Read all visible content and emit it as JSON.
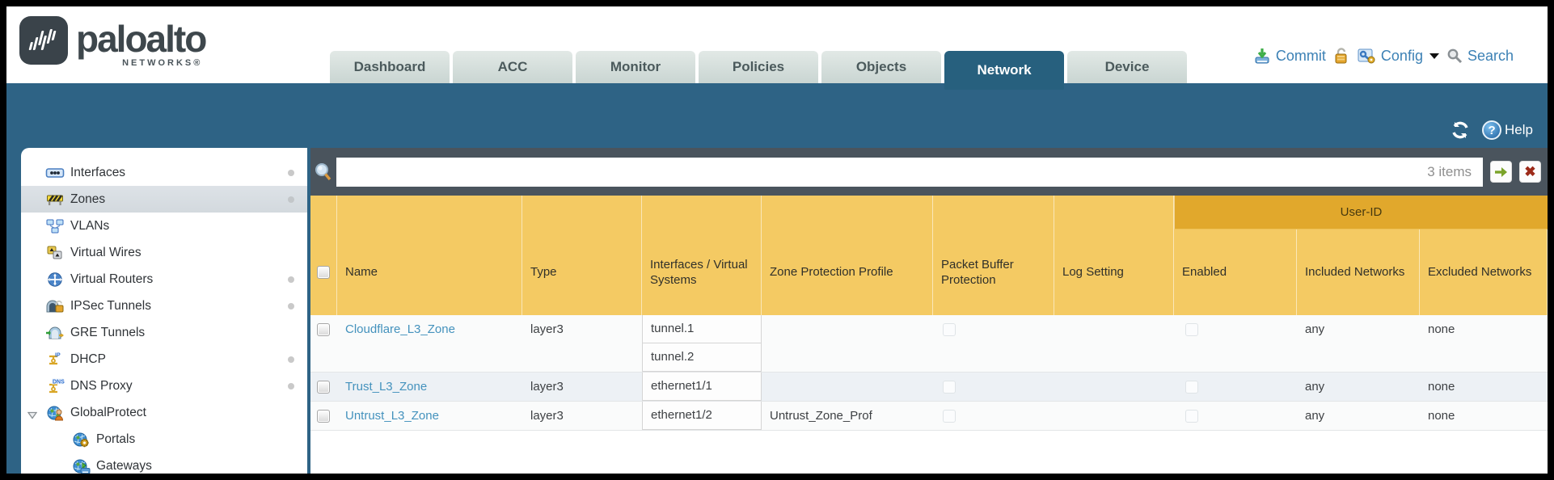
{
  "colors": {
    "teal_band": "#2e6385",
    "active_tab": "#27607e",
    "filter_bar": "#4a545d",
    "table_header": "#f4ca63",
    "user_id_band": "#e1a82c",
    "link_blue": "#4492bd",
    "utility_blue": "#3c81b5",
    "logo_slate": "#3a434a"
  },
  "header": {
    "brand": {
      "name": "paloalto",
      "subtitle": "NETWORKS®"
    },
    "tabs": [
      {
        "label": "Dashboard",
        "active": false
      },
      {
        "label": "ACC",
        "active": false
      },
      {
        "label": "Monitor",
        "active": false
      },
      {
        "label": "Policies",
        "active": false
      },
      {
        "label": "Objects",
        "active": false
      },
      {
        "label": "Network",
        "active": true
      },
      {
        "label": "Device",
        "active": false
      }
    ],
    "utilities": {
      "commit": "Commit",
      "config": "Config",
      "search": "Search"
    }
  },
  "statusbar": {
    "help": "Help"
  },
  "sidebar": {
    "items": [
      {
        "label": "Interfaces",
        "icon": "interfaces-icon",
        "dot": true
      },
      {
        "label": "Zones",
        "icon": "zones-icon",
        "dot": true,
        "selected": true
      },
      {
        "label": "VLANs",
        "icon": "vlans-icon"
      },
      {
        "label": "Virtual Wires",
        "icon": "virtual-wires-icon"
      },
      {
        "label": "Virtual Routers",
        "icon": "virtual-routers-icon",
        "dot": true
      },
      {
        "label": "IPSec Tunnels",
        "icon": "ipsec-tunnels-icon",
        "dot": true
      },
      {
        "label": "GRE Tunnels",
        "icon": "gre-tunnels-icon"
      },
      {
        "label": "DHCP",
        "icon": "dhcp-icon",
        "dot": true
      },
      {
        "label": "DNS Proxy",
        "icon": "dns-proxy-icon",
        "dot": true
      },
      {
        "label": "GlobalProtect",
        "icon": "globalprotect-icon",
        "expanded": true
      },
      {
        "label": "Portals",
        "icon": "portals-icon",
        "child": true
      },
      {
        "label": "Gateways",
        "icon": "gateways-icon",
        "child": true
      }
    ]
  },
  "filter": {
    "value": "",
    "count": "3 items"
  },
  "table": {
    "group_header": "User-ID",
    "columns": [
      {
        "id": "select",
        "label": ""
      },
      {
        "id": "name",
        "label": "Name"
      },
      {
        "id": "type",
        "label": "Type"
      },
      {
        "id": "interfaces",
        "label": "Interfaces / Virtual Systems"
      },
      {
        "id": "zone_protection_profile",
        "label": "Zone Protection Profile"
      },
      {
        "id": "packet_buffer_protection",
        "label": "Packet Buffer Protection"
      },
      {
        "id": "log_setting",
        "label": "Log Setting"
      },
      {
        "id": "enabled",
        "label": "Enabled"
      },
      {
        "id": "included_networks",
        "label": "Included Networks"
      },
      {
        "id": "excluded_networks",
        "label": "Excluded Networks"
      }
    ],
    "rows": [
      {
        "name": "Cloudflare_L3_Zone",
        "type": "layer3",
        "interfaces": [
          "tunnel.1",
          "tunnel.2"
        ],
        "zone_protection_profile": "",
        "log_setting": "",
        "included_networks": "any",
        "excluded_networks": "none"
      },
      {
        "name": "Trust_L3_Zone",
        "type": "layer3",
        "interfaces": [
          "ethernet1/1"
        ],
        "zone_protection_profile": "",
        "log_setting": "",
        "included_networks": "any",
        "excluded_networks": "none"
      },
      {
        "name": "Untrust_L3_Zone",
        "type": "layer3",
        "interfaces": [
          "ethernet1/2"
        ],
        "zone_protection_profile": "Untrust_Zone_Prof",
        "log_setting": "",
        "included_networks": "any",
        "excluded_networks": "none"
      }
    ]
  }
}
